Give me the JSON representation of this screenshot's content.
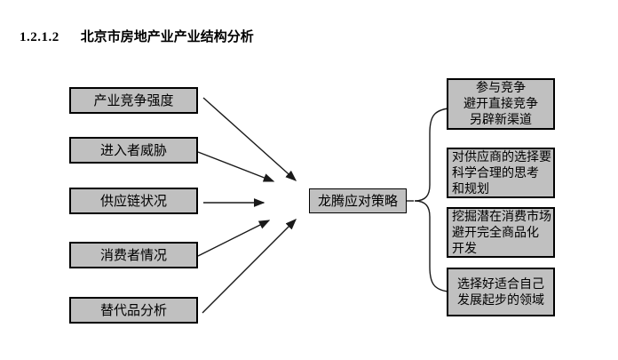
{
  "title": {
    "number": "1.2.1.2",
    "text": "北京市房地产业产业结构分析"
  },
  "diagram": {
    "left_boxes": [
      {
        "label": "产业竞争强度"
      },
      {
        "label": "进入者威胁"
      },
      {
        "label": "供应链状况"
      },
      {
        "label": "消费者情况"
      },
      {
        "label": "替代品分析"
      }
    ],
    "center_box": {
      "label": "龙腾应对策略"
    },
    "right_boxes": [
      {
        "lines": [
          "参与竞争",
          "避开直接竞争",
          "另辟新渠道"
        ]
      },
      {
        "lines": [
          "对供应商的选择要",
          "科学合理的思考",
          "和规划"
        ]
      },
      {
        "lines": [
          "挖掘潜在消费市场",
          "避开完全商品化",
          "开发"
        ]
      },
      {
        "lines": [
          "选择好适合自己",
          "发展起步的领域"
        ]
      }
    ],
    "colors": {
      "box_fill": "#c0c0c0",
      "box_border": "#000000",
      "connector": "#1a1a1a",
      "background": "#ffffff"
    }
  }
}
